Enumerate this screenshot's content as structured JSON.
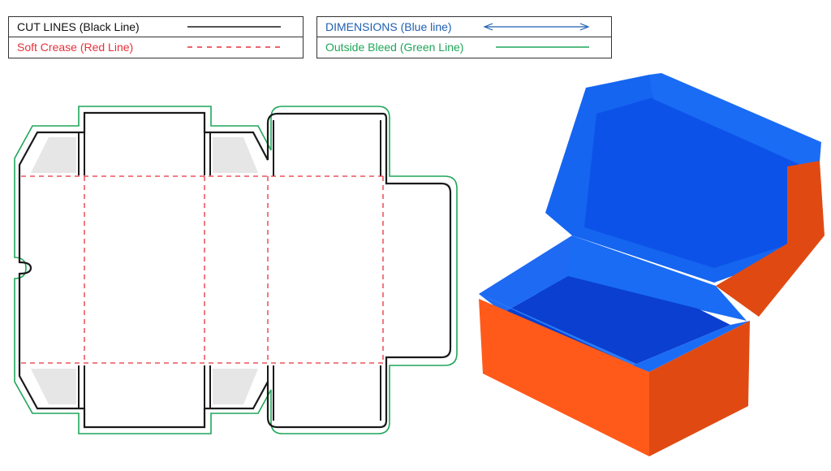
{
  "legend": {
    "cut": {
      "label": "CUT LINES (Black Line)",
      "color": "#1a1a1a"
    },
    "crease": {
      "label": "Soft Crease (Red Line)",
      "color": "#e8313b"
    },
    "dimensions": {
      "label": "DIMENSIONS (Blue line)",
      "color": "#1f5fb0"
    },
    "bleed": {
      "label": "Outside Bleed (Green Line)",
      "color": "#1fa65a"
    }
  },
  "colors": {
    "cut": "#1a1a1a",
    "crease": "#e8313b",
    "bleed": "#1fa65a",
    "dust_flap_fill": "#e6e6e6",
    "box_inside_blue": "#1565f0",
    "box_inside_dark": "#0a3fd0",
    "box_outside_orange": "#ff5a1a",
    "box_outside_dark": "#e04a12"
  }
}
